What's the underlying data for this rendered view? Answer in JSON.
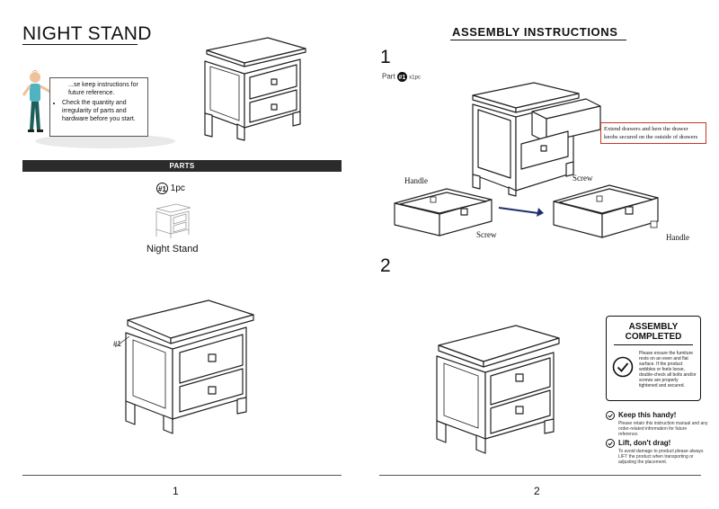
{
  "page1": {
    "title": "NIGHT STAND",
    "instructions": {
      "first": "...se keep instructions for future reference.",
      "bullets": [
        "Check the quantity and irregularity of parts and hardware before you start."
      ]
    },
    "parts_header": "PARTS",
    "part": {
      "id": "#1",
      "qty": "1pc",
      "name": "Night Stand"
    },
    "diagram_ref": "#1",
    "page_number": "1"
  },
  "page2": {
    "title": "ASSEMBLY INSTRUCTIONS",
    "step1": {
      "number": "1",
      "part_prefix": "Part",
      "part_id": "#1",
      "part_qty": "x1pc",
      "note": "Extend drawers and here the drawer knobs secured on the outside of drawers",
      "labels": {
        "handle_left": "Handle",
        "screw_left": "Screw",
        "screw_right": "Screw",
        "handle_right": "Handle"
      }
    },
    "step2": {
      "number": "2"
    },
    "completed": {
      "title": "ASSEMBLY COMPLETED",
      "text": "Please ensure the furniture rests on an even and flat surface. If the product wobbles or feels loose, double-check all bolts and/or screws are properly tightened and secured."
    },
    "tips": [
      {
        "title": "Keep this handy!",
        "text": "Please retain this instruction manual and any order-related information for future reference."
      },
      {
        "title": "Lift, don't drag!",
        "text": "To avoid damage to product please always LIFT the product when transporting or adjusting the placement."
      }
    ],
    "page_number": "2"
  },
  "colors": {
    "ink": "#111111",
    "bar": "#2b2b2b",
    "note_border": "#c0392b",
    "arrow": "#1f2f6b",
    "figure_teal": "#2e7d7d",
    "figure_skin": "#f0c29a"
  }
}
